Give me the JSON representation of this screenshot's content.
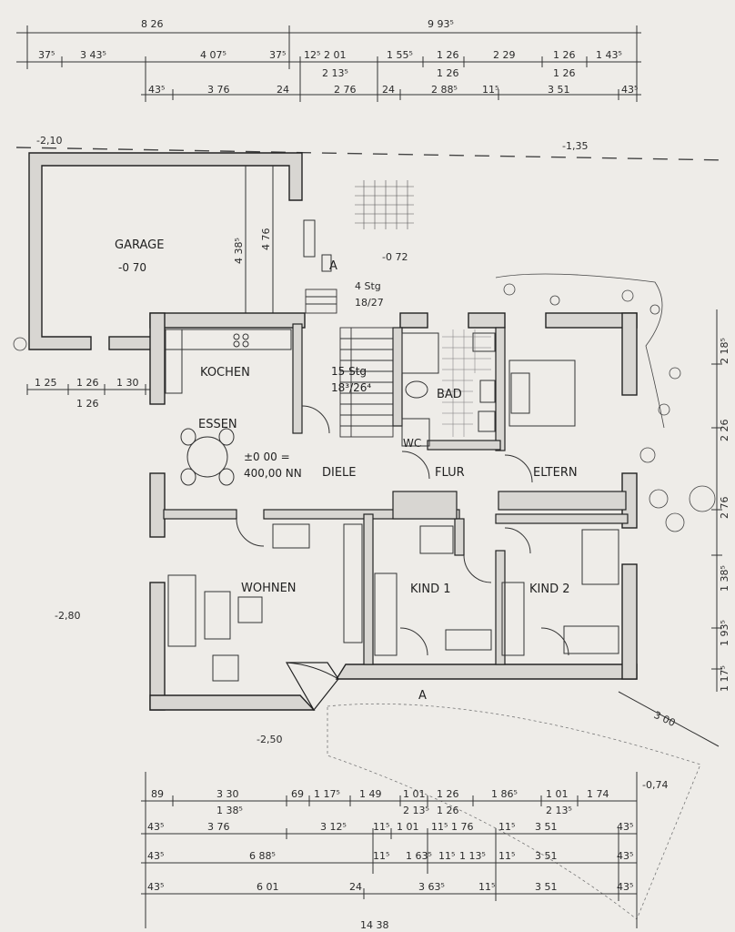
{
  "colors": {
    "paper": "#eeece8",
    "ink": "#2c2c2c",
    "wall_fill": "#d8d6d2"
  },
  "rooms": {
    "garage": "GARAGE",
    "garage_level": "-0 70",
    "kochen": "KOCHEN",
    "essen": "ESSEN",
    "wohnen": "WOHNEN",
    "diele": "DIELE",
    "flur": "FLUR",
    "bad": "BAD",
    "wc": "WC",
    "eltern": "ELTERN",
    "kind1": "KIND 1",
    "kind2": "KIND 2"
  },
  "stairs": {
    "main": "15 Stg",
    "main_ratio": "18³/26⁴",
    "entry": "4 Stg",
    "entry_ratio": "18/27"
  },
  "levels": {
    "zero": "±0 00 =",
    "nn": "400,00 NN",
    "entry": "-0 72",
    "tl": "-2,10",
    "tr": "-1,35",
    "left": "-2,80",
    "bottom": "-2,50",
    "br": "-0,74"
  },
  "section_marks": {
    "top": "A",
    "bottom": "A"
  },
  "dims_top": {
    "r1": [
      "8 26",
      "9 93⁵"
    ],
    "r2": [
      "37⁵",
      "3 43⁵",
      "4 07⁵",
      "37⁵",
      "12⁵",
      "2 01",
      "1 55⁵",
      "1 26",
      "2 29",
      "1 26",
      "1 43⁵"
    ],
    "r2b": [
      "2 13⁵",
      "1 26",
      "1 26"
    ],
    "r3": [
      "43⁵",
      "3 76",
      "24",
      "2 76",
      "24",
      "2 88⁵",
      "11⁵",
      "3 51",
      "43⁵"
    ]
  },
  "dims_garage": {
    "h1": "4 38⁵",
    "h2": "4 76",
    "w": [
      "1 25",
      "1 26",
      "1 30"
    ],
    "w2": "1 26"
  },
  "dims_right": [
    "2 18⁵",
    "2 26",
    "2 76",
    "1 38⁵",
    "1 93⁵",
    "1 17⁵",
    "3 00"
  ],
  "dims_bottom": {
    "b1": [
      "89",
      "3 30",
      "69",
      "1 17⁵",
      "1 49",
      "1 01",
      "1 26",
      "1 86⁵",
      "1 01",
      "1 74"
    ],
    "b1b": [
      "1 38⁵",
      "2 13⁵",
      "1 26",
      "2 13⁵"
    ],
    "b2": [
      "43⁵",
      "3 76",
      "3 12⁵",
      "11⁵",
      "1 01",
      "11⁵",
      "1 76",
      "11⁵",
      "3 51",
      "43⁵"
    ],
    "b3": [
      "43⁵",
      "6 88⁵",
      "11⁵",
      "1 63⁵",
      "11⁵",
      "1 13⁵",
      "11⁵",
      "3 51",
      "43⁵"
    ],
    "b4": [
      "43⁵",
      "6 01",
      "24",
      "3 63⁵",
      "11⁵",
      "3 51",
      "43⁵"
    ],
    "b5": "14 38"
  }
}
